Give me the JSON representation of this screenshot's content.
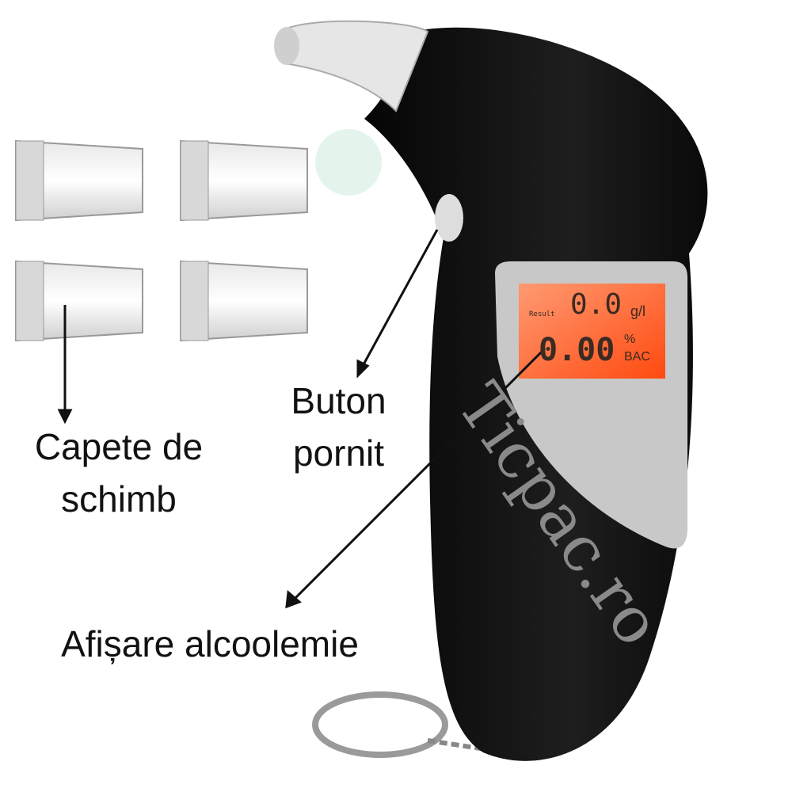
{
  "labels": {
    "spare_tips": [
      "Capete de",
      "schimb"
    ],
    "power_button": [
      "Buton",
      "pornit"
    ],
    "display": "Afișare alcoolemie"
  },
  "lcd": {
    "result_label": "Result",
    "top_value": "0.0",
    "top_unit": "g/l",
    "bottom_value": "0.00",
    "bottom_unit_top": "%",
    "bottom_unit_bottom": "BAC"
  },
  "watermark": "Ticpac.ro",
  "colors": {
    "lcd": "#ff6a2e",
    "body": "#111111",
    "panel": "#c8c8c8"
  }
}
